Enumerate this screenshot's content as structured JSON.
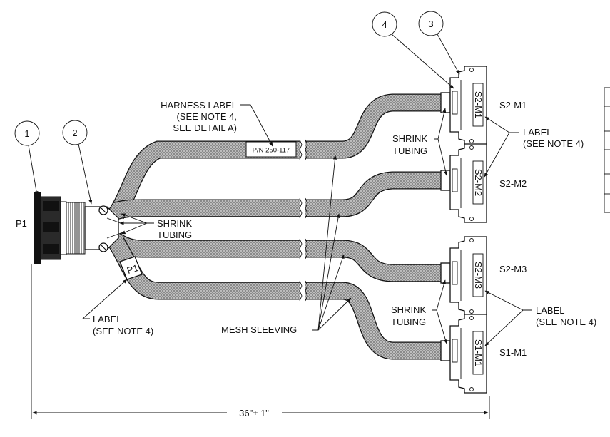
{
  "items": [
    {
      "number": "1"
    },
    {
      "number": "2"
    },
    {
      "number": "3"
    },
    {
      "number": "4"
    }
  ],
  "connectors": {
    "p1": "P1",
    "s2_m1": "S2-M1",
    "s2_m2": "S2-M2",
    "s2_m3": "S2-M3",
    "s1_m1": "S1-M1"
  },
  "connector_labels": {
    "s2_m1": "S2-M1",
    "s2_m2": "S2-M2",
    "s2_m3": "S2-M3",
    "s1_m1": "S1-M1",
    "p1_flag": "P1"
  },
  "callouts": {
    "harness_label": [
      "HARNESS LABEL",
      "(SEE NOTE 4,",
      "SEE DETAIL A)"
    ],
    "part_number": "P/N 250-117",
    "shrink_tubing": [
      "SHRINK",
      "TUBING"
    ],
    "label": "LABEL",
    "see_note_4": "(SEE NOTE 4)",
    "mesh_sleeving": "MESH SLEEVING"
  },
  "dimension": {
    "overall_length": "36\"± 1\""
  }
}
